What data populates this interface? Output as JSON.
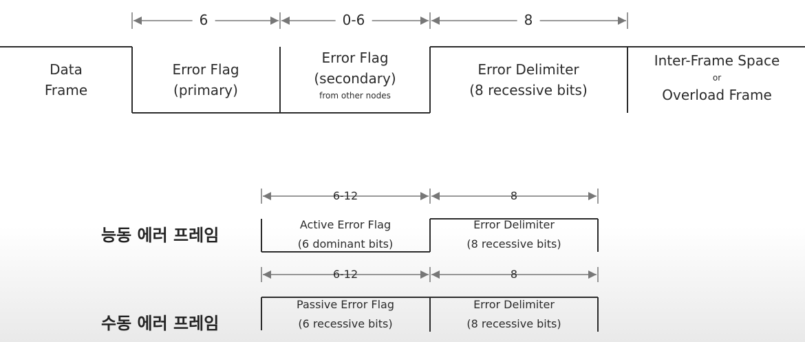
{
  "top": {
    "dims": {
      "primary": "6",
      "secondary": "0-6",
      "delimiter": "8"
    },
    "data_frame": [
      "Data",
      "Frame"
    ],
    "primary": [
      "Error Flag",
      "(primary)"
    ],
    "secondary": [
      "Error Flag",
      "(secondary)",
      "from other nodes"
    ],
    "delimiter": [
      "Error Delimiter",
      "(8 recessive bits)"
    ],
    "ifs": [
      "Inter-Frame Space",
      "or",
      "Overload Frame"
    ]
  },
  "active": {
    "label": "능동 에러 프레임",
    "dims": {
      "flag": "6-12",
      "delimiter": "8"
    },
    "flag": [
      "Active Error Flag",
      "(6 dominant bits)"
    ],
    "delimiter": [
      "Error Delimiter",
      "(8 recessive bits)"
    ]
  },
  "passive": {
    "label": "수동 에러 프레임",
    "dims": {
      "flag": "6-12",
      "delimiter": "8"
    },
    "flag": [
      "Passive Error Flag",
      "(6 recessive bits)"
    ],
    "delimiter": [
      "Error Delimiter",
      "(8 recessive bits)"
    ]
  }
}
